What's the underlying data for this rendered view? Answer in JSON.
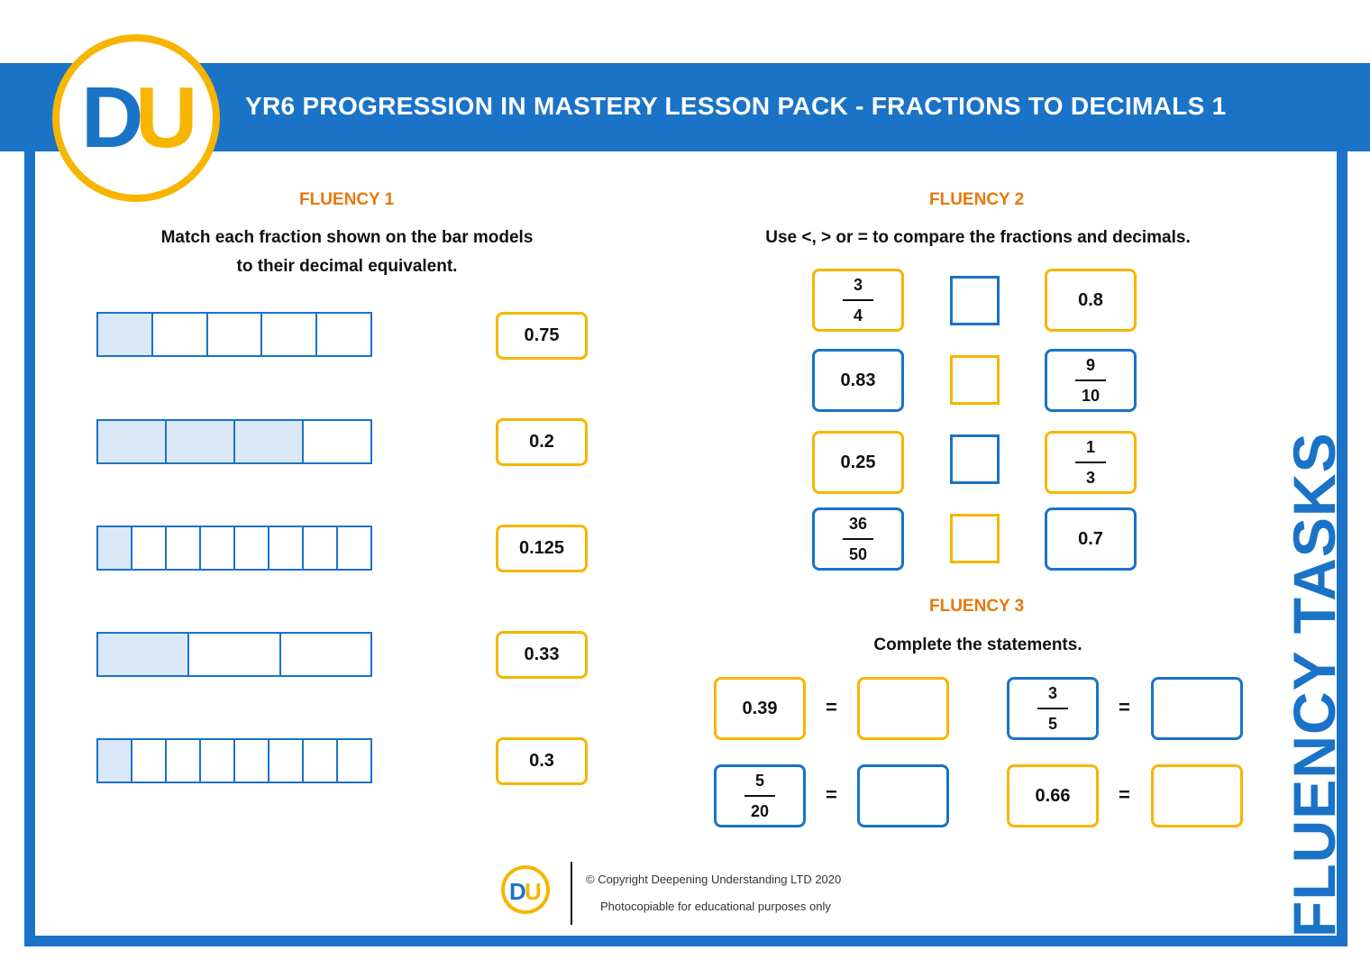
{
  "header": {
    "title": "YR6 PROGRESSION IN MASTERY LESSON PACK - FRACTIONS TO DECIMALS 1",
    "logo": {
      "d": "D",
      "u": "U"
    }
  },
  "side_label": "FLUENCY TASKS",
  "fluency1": {
    "title": "FLUENCY 1",
    "instruction_line1": "Match each fraction shown on the bar models",
    "instruction_line2": "to their decimal equivalent.",
    "bars": [
      {
        "parts": 5,
        "shaded": 1
      },
      {
        "parts": 4,
        "shaded": 3
      },
      {
        "parts": 8,
        "shaded": 1
      },
      {
        "parts": 3,
        "shaded": 1
      },
      {
        "parts": 8,
        "shaded": 1
      }
    ],
    "answers": [
      "0.75",
      "0.2",
      "0.125",
      "0.33",
      "0.3"
    ]
  },
  "fluency2": {
    "title": "FLUENCY 2",
    "instruction": "Use <, > or = to compare the fractions and decimals.",
    "row1": {
      "left_num": "3",
      "left_den": "4",
      "right": "0.8"
    },
    "row2": {
      "left": "0.83",
      "right_num": "9",
      "right_den": "10"
    },
    "row3": {
      "left": "0.25",
      "right_num": "1",
      "right_den": "3"
    },
    "row4": {
      "left_num": "36",
      "left_den": "50",
      "right": "0.7"
    }
  },
  "fluency3": {
    "title": "FLUENCY 3",
    "instruction": "Complete the statements.",
    "eq_sign": "=",
    "s1": "0.39",
    "s2_num": "3",
    "s2_den": "5",
    "s3_num": "5",
    "s3_den": "20",
    "s4": "0.66"
  },
  "footer": {
    "copyright": "© Copyright Deepening Understanding LTD 2020",
    "note": "Photocopiable for educational purposes only",
    "logo": {
      "d": "D",
      "u": "U"
    }
  }
}
